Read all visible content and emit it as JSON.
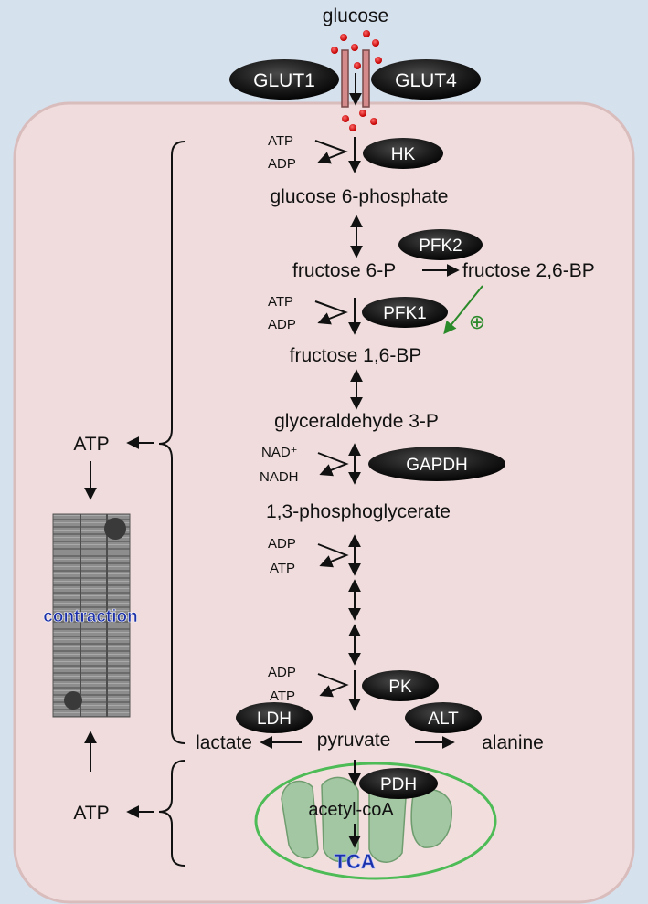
{
  "input": "glucose",
  "transporters": [
    "GLUT1",
    "GLUT4"
  ],
  "enzymes": {
    "hk": "HK",
    "pfk2": "PFK2",
    "pfk1": "PFK1",
    "gapdh": "GAPDH",
    "pk": "PK",
    "ldh": "LDH",
    "alt": "ALT",
    "pdh": "PDH"
  },
  "metabolites": {
    "g6p": "glucose 6-phosphate",
    "f6p": "fructose 6-P",
    "f26bp": "fructose 2,6-BP",
    "f16bp": "fructose 1,6-BP",
    "g3p": "glyceraldehyde 3-P",
    "bpg": "1,3-phosphoglycerate",
    "pyruvate": "pyruvate",
    "lactate": "lactate",
    "alanine": "alanine",
    "acetylcoa": "acetyl-coA"
  },
  "cofactors": {
    "hk": [
      "ATP",
      "ADP"
    ],
    "pfk1": [
      "ATP",
      "ADP"
    ],
    "gapdh": [
      "NAD⁺",
      "NADH"
    ],
    "pgk": [
      "ADP",
      "ATP"
    ],
    "pk": [
      "ADP",
      "ATP"
    ]
  },
  "activation_symbol": "⊕",
  "atp_glycolysis": "ATP",
  "atp_tca": "ATP",
  "contraction": "contraction",
  "tca": "TCA",
  "colors": {
    "background": "#d6e1ee",
    "cell_fill": "#f0dcdc",
    "cell_border": "#d9bcbc",
    "enzyme_fill": "#151515",
    "activation": "#2a8a2a",
    "mito_border": "#4dbb56",
    "mito_inner": "#a3c7a3",
    "label_blue": "#1b2fa8"
  }
}
